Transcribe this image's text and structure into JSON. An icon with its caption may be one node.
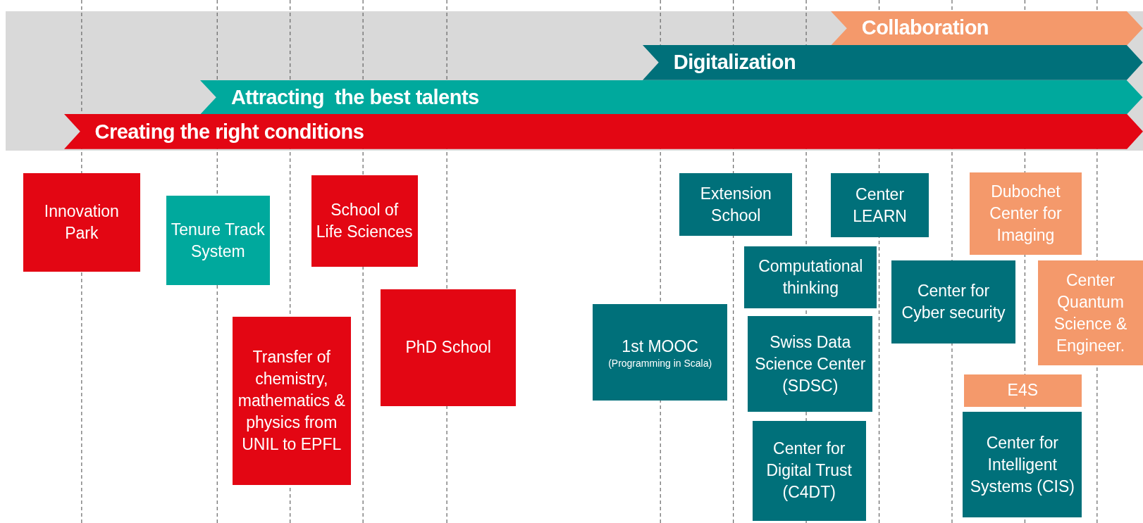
{
  "diagram": {
    "nodes": [
      {
        "text": [
          "Collaboration"
        ]
      },
      {
        "text": [
          "Digitalization"
        ]
      },
      {
        "text": [
          "Attracting  the best talents"
        ]
      },
      {
        "text": [
          "Creating the right conditions"
        ]
      },
      {
        "text": [
          "Innovation Park"
        ]
      },
      {
        "text": [
          "Tenure Track System"
        ]
      },
      {
        "text": [
          "School of Life Sciences"
        ]
      },
      {
        "text": [
          "Transfer of chemistry, mathematics & physics from UNIL to EPFL"
        ]
      },
      {
        "text": [
          "PhD School"
        ]
      },
      {
        "text": [
          "1st MOOC",
          "(Programming in Scala)"
        ]
      },
      {
        "text": [
          "Extension School"
        ]
      },
      {
        "text": [
          "Computational thinking"
        ]
      },
      {
        "text": [
          "Swiss Data Science Center (SDSC)"
        ]
      },
      {
        "text": [
          "Center for Digital Trust (C4DT)"
        ]
      },
      {
        "text": [
          "Center LEARN"
        ]
      },
      {
        "text": [
          "Center for Cyber security"
        ]
      },
      {
        "text": [
          "Dubochet Center for Imaging"
        ]
      },
      {
        "text": [
          "Center Quantum Science & Engineer."
        ]
      },
      {
        "text": [
          "E4S"
        ]
      },
      {
        "text": [
          "Center for Intelligent Systems (CIS)"
        ]
      }
    ]
  }
}
